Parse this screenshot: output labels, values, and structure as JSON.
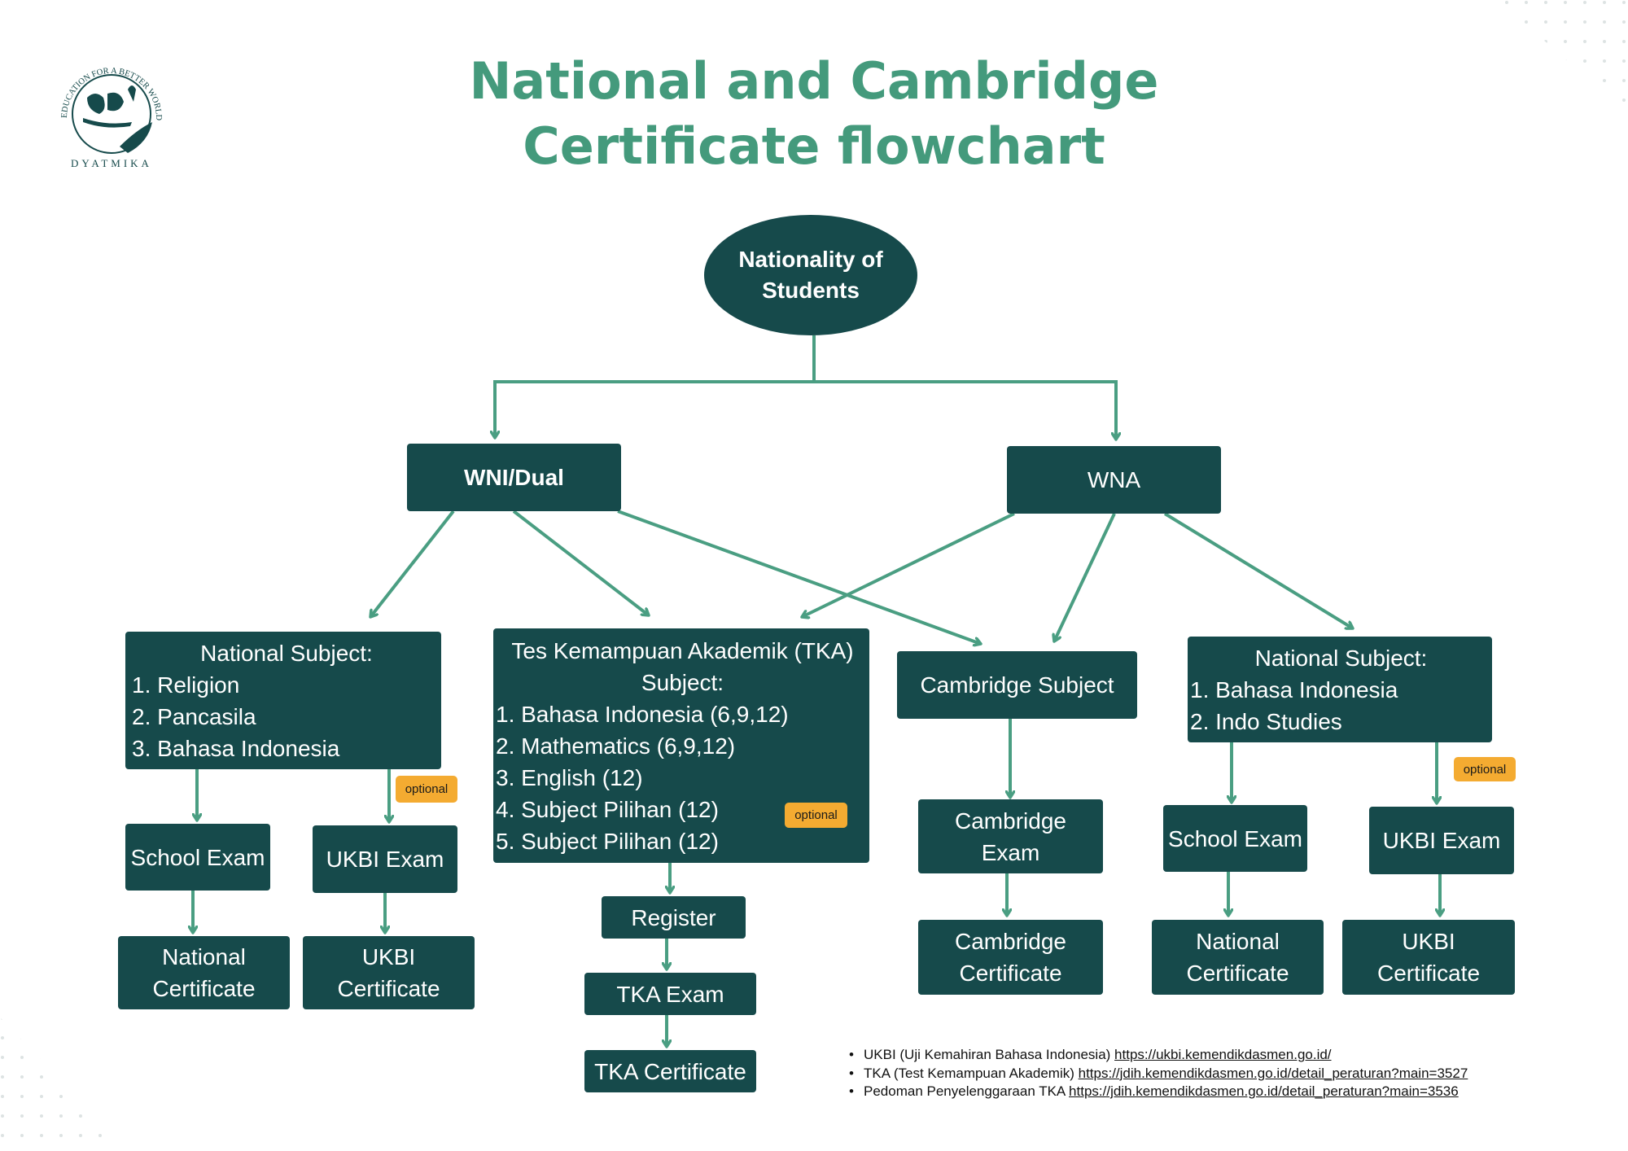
{
  "logo": {
    "ring_text": "EDUCATION FOR A BETTER WORLD",
    "name": "DYATMIKA"
  },
  "title": {
    "line1": "National and Cambridge",
    "line2": "Certificate flowchart"
  },
  "root": {
    "line1": "Nationality of",
    "line2": "Students"
  },
  "wni": {
    "label": "WNI/Dual"
  },
  "wna": {
    "label": "WNA"
  },
  "national_subject_left": {
    "heading": "National Subject:",
    "items": [
      "1. Religion",
      "2. Pancasila",
      "3. Bahasa Indonesia"
    ]
  },
  "tka_subject": {
    "heading1": "Tes Kemampuan Akademik (TKA)",
    "heading2": "Subject:",
    "items": [
      "1. Bahasa Indonesia (6,9,12)",
      "2. Mathematics (6,9,12)",
      "3. English (12)",
      "4. Subject Pilihan (12)",
      "5. Subject Pilihan (12)"
    ]
  },
  "cambridge_subject": {
    "label": "Cambridge Subject"
  },
  "national_subject_right": {
    "heading": "National Subject:",
    "items": [
      "1. Bahasa Indonesia",
      "2. Indo Studies"
    ]
  },
  "optional_label": "optional",
  "left": {
    "school_exam": "School Exam",
    "ukbi_exam": "UKBI Exam",
    "national_cert": [
      "National",
      "Certificate"
    ],
    "ukbi_cert": [
      "UKBI",
      "Certificate"
    ]
  },
  "tka": {
    "register": "Register",
    "exam": "TKA Exam",
    "cert": "TKA Certificate"
  },
  "cambridge": {
    "exam": [
      "Cambridge",
      "Exam"
    ],
    "cert": [
      "Cambridge",
      "Certificate"
    ]
  },
  "right": {
    "school_exam": "School Exam",
    "ukbi_exam": "UKBI Exam",
    "national_cert": [
      "National",
      "Certificate"
    ],
    "ukbi_cert": [
      "UKBI",
      "Certificate"
    ]
  },
  "notes": [
    {
      "text": "UKBI (Uji Kemahiran Bahasa Indonesia) ",
      "link": "https://ukbi.kemendikdasmen.go.id/"
    },
    {
      "text": "TKA (Test Kemampuan Akademik) ",
      "link": "https://jdih.kemendikdasmen.go.id/detail_peraturan?main=3527"
    },
    {
      "text": "Pedoman Penyelenggaraan TKA ",
      "link": "https://jdih.kemendikdasmen.go.id/detail_peraturan?main=3536"
    }
  ],
  "colors": {
    "box": "#164a4b",
    "arrow": "#4a9e82",
    "title": "#449a7c",
    "optional": "#f4ab31"
  }
}
